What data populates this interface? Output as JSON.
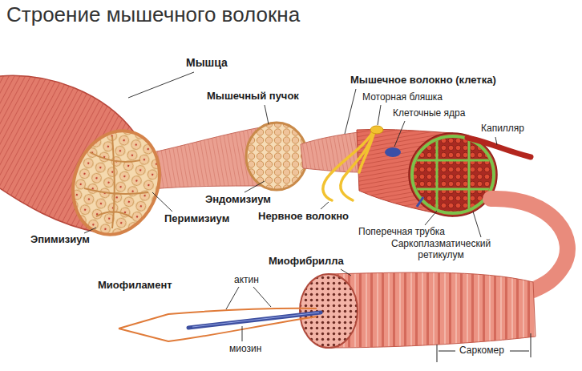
{
  "diagram": {
    "title": "Строение мышечного волокна",
    "labels": [
      "Мышца",
      "Мышечный пучок",
      "Мышечное волокно (клетка)",
      "Моторная бляшка",
      "Клеточные ядра",
      "Капилляр",
      "Эндомизиум",
      "Перимизиум",
      "Эпимизиум",
      "Нервное волокно",
      "Поперечная трубка",
      "Саркоплазматический ретикулум",
      "Миофибрилла",
      "Миофиламент",
      "актин",
      "миозин",
      "Саркомер"
    ]
  }
}
